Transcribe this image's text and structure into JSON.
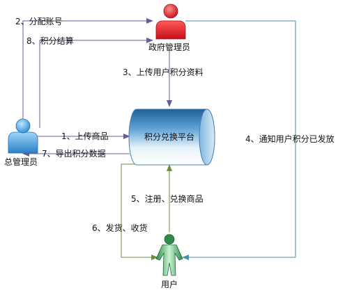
{
  "nodes": {
    "gov_admin": {
      "label": "政府管理员",
      "color": "#e5202a"
    },
    "chief_admin": {
      "label": "总管理员",
      "color": "#2b8fd6"
    },
    "platform": {
      "label": "积分兑换平台",
      "color": "#3d8ac4"
    },
    "user": {
      "label": "用户",
      "color": "#3fa35a"
    }
  },
  "edges": {
    "e1": {
      "label": "1、上传商品"
    },
    "e2": {
      "label": "2、分配账号"
    },
    "e3": {
      "label": "3、上传用户积分资料"
    },
    "e4": {
      "label": "4、通知用户积分已发放"
    },
    "e5": {
      "label": "5、注册、兑换商品"
    },
    "e6": {
      "label": "6、发货、收货"
    },
    "e7": {
      "label": "7、导出积分数据"
    },
    "e8": {
      "label": "8、积分结算"
    }
  },
  "colors": {
    "arrow_purple": "#6a5a9c",
    "arrow_teal": "#4a8fa3",
    "arrow_green": "#6b8e3a"
  }
}
